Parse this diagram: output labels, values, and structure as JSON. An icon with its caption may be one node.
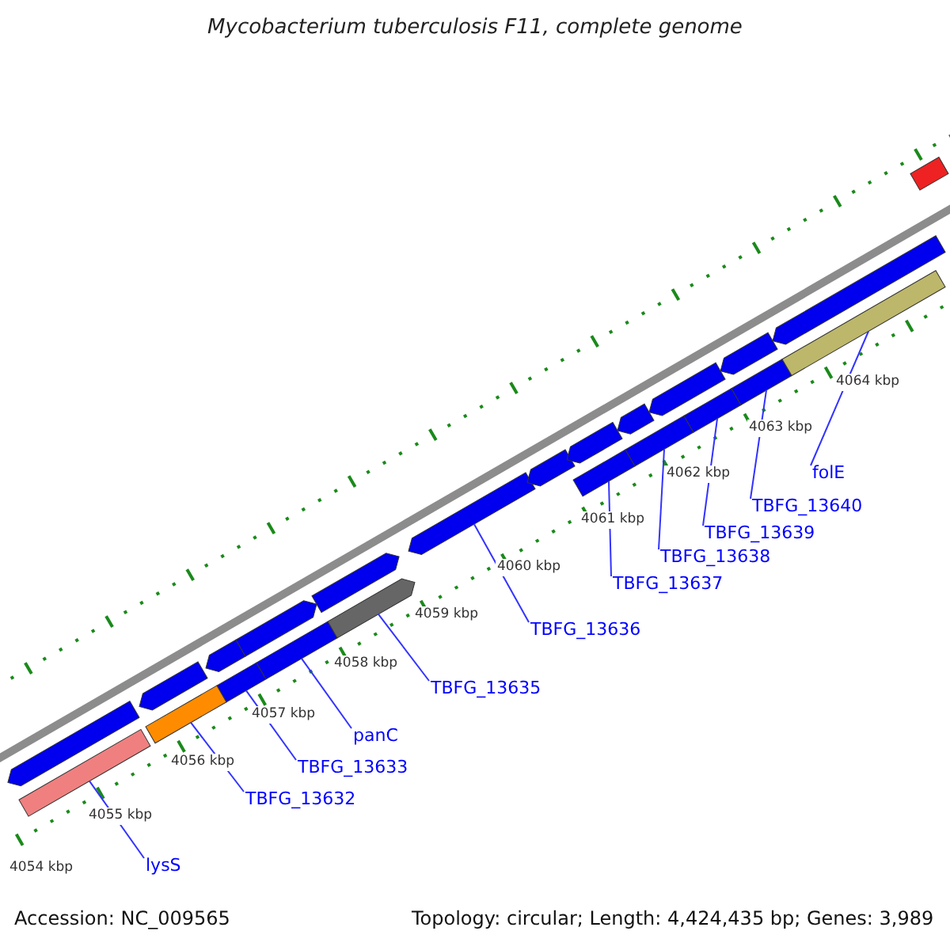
{
  "diagram": {
    "title": "Mycobacterium tuberculosis F11, complete genome",
    "nodes": [
      {
        "text": [
          "lysS"
        ]
      },
      {
        "text": [
          "TBFG_13632"
        ]
      },
      {
        "text": [
          "TBFG_13633"
        ]
      },
      {
        "text": [
          "panC"
        ]
      },
      {
        "text": [
          "TBFG_13635"
        ]
      },
      {
        "text": [
          "TBFG_13636"
        ]
      },
      {
        "text": [
          "TBFG_13637"
        ]
      },
      {
        "text": [
          "TBFG_13638"
        ]
      },
      {
        "text": [
          "TBFG_13639"
        ]
      },
      {
        "text": [
          "TBFG_13640"
        ]
      },
      {
        "text": [
          "folE"
        ]
      },
      {
        "text": [],
        "shape": "bar"
      },
      {
        "text": [],
        "shape": "bar"
      },
      {
        "text": [],
        "shape": "bar"
      },
      {
        "text": [],
        "shape": "bar"
      },
      {
        "text": [],
        "shape": "bar"
      },
      {
        "text": [],
        "shape": "bar"
      },
      {
        "text": [],
        "shape": "bar"
      },
      {
        "text": [],
        "shape": "bar"
      },
      {
        "text": [],
        "shape": "bar"
      },
      {
        "text": [],
        "shape": "bar"
      },
      {
        "text": [],
        "shape": "bar"
      },
      {
        "text": [],
        "shape": "bar"
      },
      {
        "text": [],
        "shape": "bar"
      },
      {
        "text": [],
        "shape": "bar"
      },
      {
        "text": [],
        "shape": "bar"
      },
      {
        "text": [],
        "shape": "bar"
      },
      {
        "text": [],
        "shape": "bar"
      },
      {
        "text": [],
        "shape": "bar"
      },
      {
        "text": [],
        "shape": "bar"
      },
      {
        "text": [],
        "shape": "bar"
      },
      {
        "text": [],
        "shape": "bar"
      },
      {
        "text": [],
        "shape": "bar"
      },
      {
        "text": [],
        "shape": "bar"
      }
    ],
    "edges": [
      {
        "from": 0,
        "to": 11,
        "arrow": "none"
      },
      {
        "from": 1,
        "to": 12,
        "arrow": "none"
      },
      {
        "from": 2,
        "to": 13,
        "arrow": "none"
      },
      {
        "from": 3,
        "to": 14,
        "arrow": "none"
      },
      {
        "from": 4,
        "to": 15,
        "arrow": "none"
      },
      {
        "from": 5,
        "to": 16,
        "arrow": "none"
      },
      {
        "from": 6,
        "to": 17,
        "arrow": "none"
      },
      {
        "from": 7,
        "to": 18,
        "arrow": "none"
      },
      {
        "from": 8,
        "to": 19,
        "arrow": "none"
      },
      {
        "from": 9,
        "to": 20,
        "arrow": "none"
      },
      {
        "from": 10,
        "to": 21,
        "arrow": "none"
      }
    ],
    "labels": [
      "4054 kbp",
      "4055 kbp",
      "4056 kbp",
      "4057 kbp",
      "4058 kbp",
      "4059 kbp",
      "4060 kbp",
      "4061 kbp",
      "4062 kbp",
      "4063 kbp",
      "4064 kbp",
      "Accession: NC_009565",
      "Topology: circular; Length: 4,424,435 bp; Genes: 3,989"
    ]
  }
}
